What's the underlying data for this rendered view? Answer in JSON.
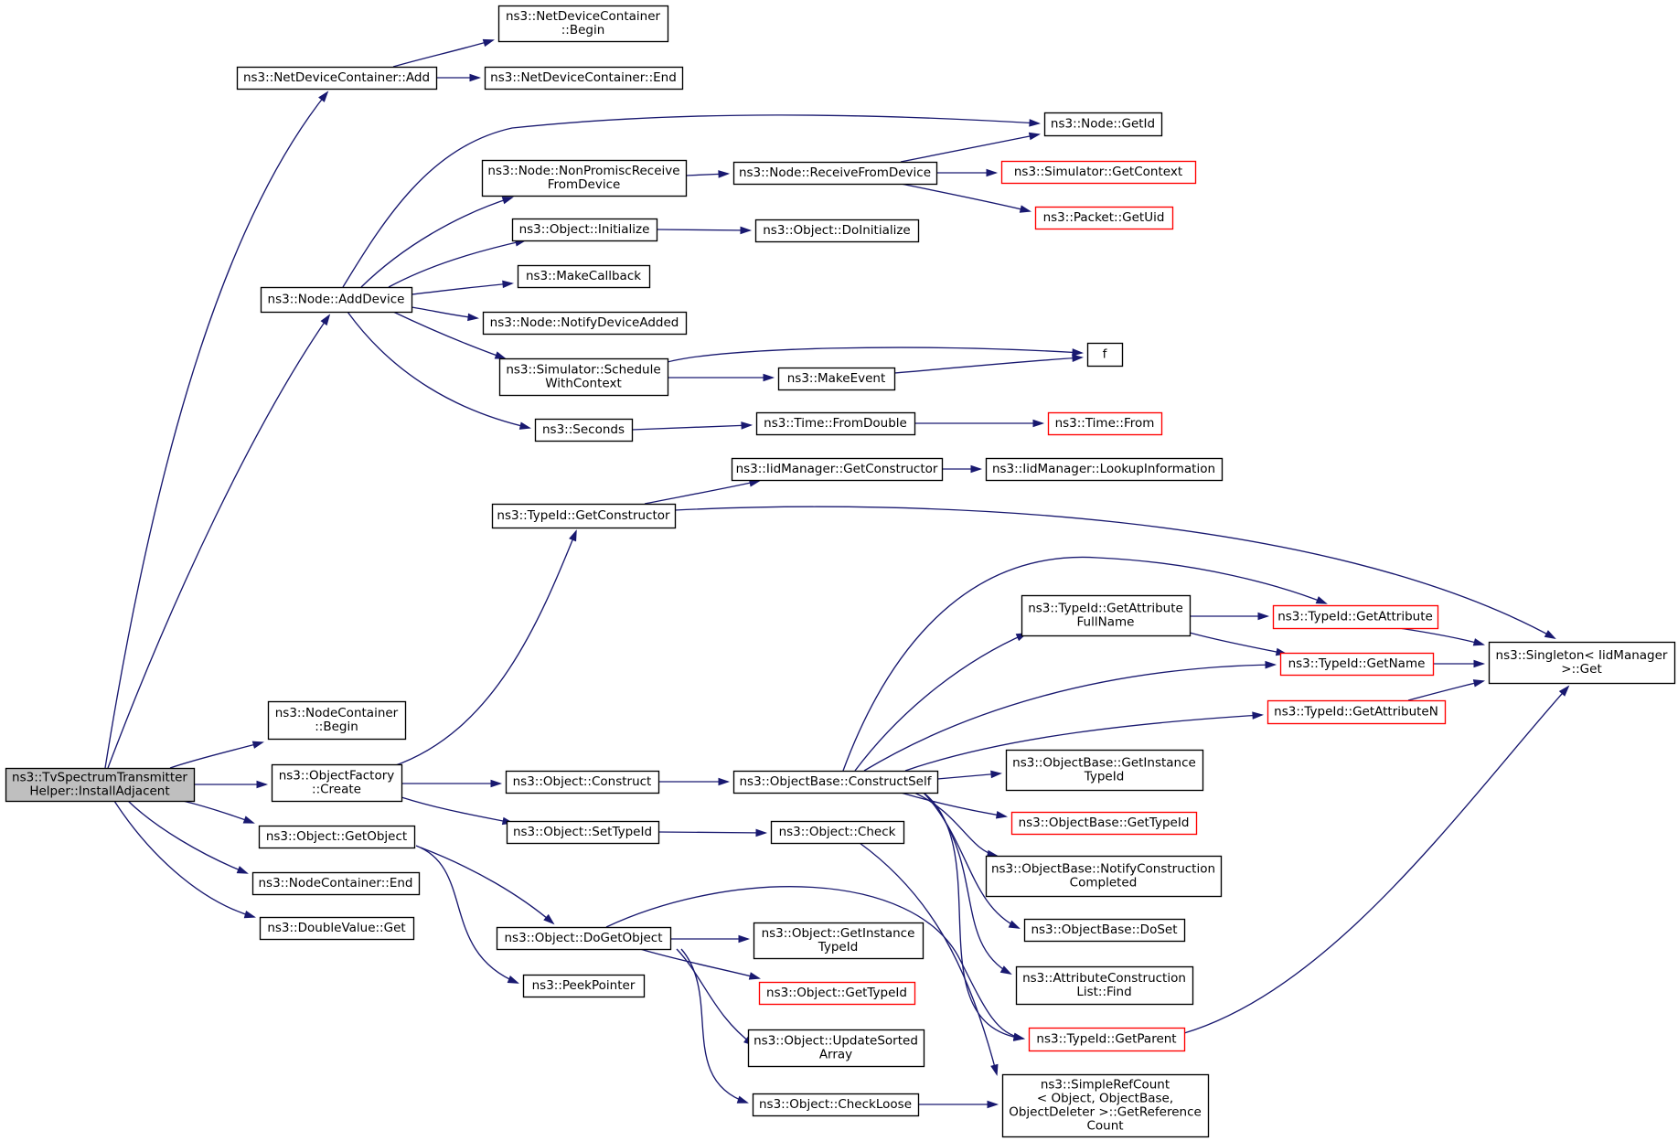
{
  "colors": {
    "edge": "#191970",
    "node_border": "#000000",
    "node_border_truncated": "#ff0000",
    "node_fill": "#ffffff",
    "root_fill": "#bfbfbf"
  },
  "nodes": [
    {
      "id": "root",
      "lines": [
        "ns3::TvSpectrumTransmitter",
        "Helper::InstallAdjacent"
      ],
      "style": "root"
    },
    {
      "id": "ndc_add",
      "lines": [
        "ns3::NetDeviceContainer::Add"
      ],
      "style": "normal"
    },
    {
      "id": "ndc_begin",
      "lines": [
        "ns3::NetDeviceContainer",
        "::Begin"
      ],
      "style": "normal"
    },
    {
      "id": "ndc_end",
      "lines": [
        "ns3::NetDeviceContainer::End"
      ],
      "style": "normal"
    },
    {
      "id": "node_getid",
      "lines": [
        "ns3::Node::GetId"
      ],
      "style": "normal"
    },
    {
      "id": "node_nonpromisc",
      "lines": [
        "ns3::Node::NonPromiscReceive",
        "FromDevice"
      ],
      "style": "normal"
    },
    {
      "id": "node_recv",
      "lines": [
        "ns3::Node::ReceiveFromDevice"
      ],
      "style": "normal"
    },
    {
      "id": "sim_getcontext",
      "lines": [
        "ns3::Simulator::GetContext"
      ],
      "style": "truncated"
    },
    {
      "id": "packet_getuid",
      "lines": [
        "ns3::Packet::GetUid"
      ],
      "style": "truncated"
    },
    {
      "id": "obj_initialize",
      "lines": [
        "ns3::Object::Initialize"
      ],
      "style": "normal"
    },
    {
      "id": "obj_doinitialize",
      "lines": [
        "ns3::Object::DoInitialize"
      ],
      "style": "normal"
    },
    {
      "id": "node_adddevice",
      "lines": [
        "ns3::Node::AddDevice"
      ],
      "style": "normal"
    },
    {
      "id": "makecallback",
      "lines": [
        "ns3::MakeCallback"
      ],
      "style": "normal"
    },
    {
      "id": "node_notify",
      "lines": [
        "ns3::Node::NotifyDeviceAdded"
      ],
      "style": "normal"
    },
    {
      "id": "f",
      "lines": [
        "f"
      ],
      "style": "normal"
    },
    {
      "id": "sim_schedule",
      "lines": [
        "ns3::Simulator::Schedule",
        "WithContext"
      ],
      "style": "normal"
    },
    {
      "id": "makeevent",
      "lines": [
        "ns3::MakeEvent"
      ],
      "style": "normal"
    },
    {
      "id": "seconds",
      "lines": [
        "ns3::Seconds"
      ],
      "style": "normal"
    },
    {
      "id": "time_fromdouble",
      "lines": [
        "ns3::Time::FromDouble"
      ],
      "style": "normal"
    },
    {
      "id": "time_from",
      "lines": [
        "ns3::Time::From"
      ],
      "style": "truncated"
    },
    {
      "id": "iid_getctor",
      "lines": [
        "ns3::IidManager::GetConstructor"
      ],
      "style": "normal"
    },
    {
      "id": "iid_lookup",
      "lines": [
        "ns3::IidManager::LookupInformation"
      ],
      "style": "normal"
    },
    {
      "id": "typeid_getctor",
      "lines": [
        "ns3::TypeId::GetConstructor"
      ],
      "style": "normal"
    },
    {
      "id": "typeid_getattrfull",
      "lines": [
        "ns3::TypeId::GetAttribute",
        "FullName"
      ],
      "style": "normal"
    },
    {
      "id": "typeid_getattr",
      "lines": [
        "ns3::TypeId::GetAttribute"
      ],
      "style": "truncated"
    },
    {
      "id": "singleton_get",
      "lines": [
        "ns3::Singleton< IidManager",
        " >::Get"
      ],
      "style": "normal"
    },
    {
      "id": "typeid_getname",
      "lines": [
        "ns3::TypeId::GetName"
      ],
      "style": "truncated"
    },
    {
      "id": "typeid_getattrn",
      "lines": [
        "ns3::TypeId::GetAttributeN"
      ],
      "style": "truncated"
    },
    {
      "id": "nc_begin",
      "lines": [
        "ns3::NodeContainer",
        "::Begin"
      ],
      "style": "normal"
    },
    {
      "id": "objfactory_create",
      "lines": [
        "ns3::ObjectFactory",
        "::Create"
      ],
      "style": "normal"
    },
    {
      "id": "obj_construct",
      "lines": [
        "ns3::Object::Construct"
      ],
      "style": "normal"
    },
    {
      "id": "objbase_constructself",
      "lines": [
        "ns3::ObjectBase::ConstructSelf"
      ],
      "style": "normal"
    },
    {
      "id": "objbase_getinstancetypeid",
      "lines": [
        "ns3::ObjectBase::GetInstance",
        "TypeId"
      ],
      "style": "normal"
    },
    {
      "id": "objbase_gettypeid",
      "lines": [
        "ns3::ObjectBase::GetTypeId"
      ],
      "style": "truncated"
    },
    {
      "id": "obj_getobject",
      "lines": [
        "ns3::Object::GetObject"
      ],
      "style": "normal"
    },
    {
      "id": "obj_settypeid",
      "lines": [
        "ns3::Object::SetTypeId"
      ],
      "style": "normal"
    },
    {
      "id": "obj_check",
      "lines": [
        "ns3::Object::Check"
      ],
      "style": "normal"
    },
    {
      "id": "objbase_notify",
      "lines": [
        "ns3::ObjectBase::NotifyConstruction",
        "Completed"
      ],
      "style": "normal"
    },
    {
      "id": "nc_end",
      "lines": [
        "ns3::NodeContainer::End"
      ],
      "style": "normal"
    },
    {
      "id": "objbase_doset",
      "lines": [
        "ns3::ObjectBase::DoSet"
      ],
      "style": "normal"
    },
    {
      "id": "doublevalue_get",
      "lines": [
        "ns3::DoubleValue::Get"
      ],
      "style": "normal"
    },
    {
      "id": "obj_dogetobject",
      "lines": [
        "ns3::Object::DoGetObject"
      ],
      "style": "normal"
    },
    {
      "id": "obj_getinstancetypeid",
      "lines": [
        "ns3::Object::GetInstance",
        "TypeId"
      ],
      "style": "normal"
    },
    {
      "id": "attrconstr_find",
      "lines": [
        "ns3::AttributeConstruction",
        "List::Find"
      ],
      "style": "normal"
    },
    {
      "id": "peekpointer",
      "lines": [
        "ns3::PeekPointer"
      ],
      "style": "normal"
    },
    {
      "id": "obj_gettypeid",
      "lines": [
        "ns3::Object::GetTypeId"
      ],
      "style": "truncated"
    },
    {
      "id": "typeid_getparent",
      "lines": [
        "ns3::TypeId::GetParent"
      ],
      "style": "truncated"
    },
    {
      "id": "obj_updatesorted",
      "lines": [
        "ns3::Object::UpdateSorted",
        "Array"
      ],
      "style": "normal"
    },
    {
      "id": "simplerefcount",
      "lines": [
        "ns3::SimpleRefCount",
        "< Object, ObjectBase,",
        " ObjectDeleter >::GetReference",
        "Count"
      ],
      "style": "normal"
    },
    {
      "id": "obj_checkloose",
      "lines": [
        "ns3::Object::CheckLoose"
      ],
      "style": "normal"
    }
  ],
  "edges": [
    [
      "root",
      "ndc_add"
    ],
    [
      "root",
      "node_adddevice"
    ],
    [
      "root",
      "nc_begin"
    ],
    [
      "root",
      "objfactory_create"
    ],
    [
      "root",
      "obj_getobject"
    ],
    [
      "root",
      "nc_end"
    ],
    [
      "root",
      "doublevalue_get"
    ],
    [
      "ndc_add",
      "ndc_begin"
    ],
    [
      "ndc_add",
      "ndc_end"
    ],
    [
      "node_adddevice",
      "node_getid"
    ],
    [
      "node_adddevice",
      "node_nonpromisc"
    ],
    [
      "node_adddevice",
      "obj_initialize"
    ],
    [
      "node_adddevice",
      "makecallback"
    ],
    [
      "node_adddevice",
      "node_notify"
    ],
    [
      "node_adddevice",
      "sim_schedule"
    ],
    [
      "node_adddevice",
      "seconds"
    ],
    [
      "node_nonpromisc",
      "node_recv"
    ],
    [
      "node_recv",
      "node_getid"
    ],
    [
      "node_recv",
      "sim_getcontext"
    ],
    [
      "node_recv",
      "packet_getuid"
    ],
    [
      "obj_initialize",
      "obj_doinitialize"
    ],
    [
      "sim_schedule",
      "f"
    ],
    [
      "sim_schedule",
      "makeevent"
    ],
    [
      "makeevent",
      "f"
    ],
    [
      "seconds",
      "time_fromdouble"
    ],
    [
      "time_fromdouble",
      "time_from"
    ],
    [
      "objfactory_create",
      "typeid_getctor"
    ],
    [
      "objfactory_create",
      "obj_construct"
    ],
    [
      "objfactory_create",
      "obj_settypeid"
    ],
    [
      "typeid_getctor",
      "iid_getctor"
    ],
    [
      "typeid_getctor",
      "singleton_get"
    ],
    [
      "iid_getctor",
      "iid_lookup"
    ],
    [
      "obj_construct",
      "objbase_constructself"
    ],
    [
      "objbase_constructself",
      "typeid_getattr"
    ],
    [
      "objbase_constructself",
      "typeid_getattrfull"
    ],
    [
      "objbase_constructself",
      "typeid_getname"
    ],
    [
      "objbase_constructself",
      "typeid_getattrn"
    ],
    [
      "objbase_constructself",
      "objbase_getinstancetypeid"
    ],
    [
      "objbase_constructself",
      "objbase_gettypeid"
    ],
    [
      "objbase_constructself",
      "objbase_notify"
    ],
    [
      "objbase_constructself",
      "objbase_doset"
    ],
    [
      "objbase_constructself",
      "attrconstr_find"
    ],
    [
      "objbase_constructself",
      "typeid_getparent"
    ],
    [
      "typeid_getattrfull",
      "typeid_getattr"
    ],
    [
      "typeid_getattrfull",
      "typeid_getname"
    ],
    [
      "typeid_getattr",
      "singleton_get"
    ],
    [
      "typeid_getname",
      "singleton_get"
    ],
    [
      "typeid_getattrn",
      "singleton_get"
    ],
    [
      "typeid_getparent",
      "singleton_get"
    ],
    [
      "obj_settypeid",
      "obj_check"
    ],
    [
      "obj_check",
      "simplerefcount"
    ],
    [
      "obj_getobject",
      "obj_dogetobject"
    ],
    [
      "obj_getobject",
      "peekpointer"
    ],
    [
      "obj_dogetobject",
      "obj_getinstancetypeid"
    ],
    [
      "obj_dogetobject",
      "obj_gettypeid"
    ],
    [
      "obj_dogetobject",
      "typeid_getparent"
    ],
    [
      "obj_dogetobject",
      "obj_updatesorted"
    ],
    [
      "obj_dogetobject",
      "obj_checkloose"
    ],
    [
      "obj_checkloose",
      "simplerefcount"
    ]
  ]
}
